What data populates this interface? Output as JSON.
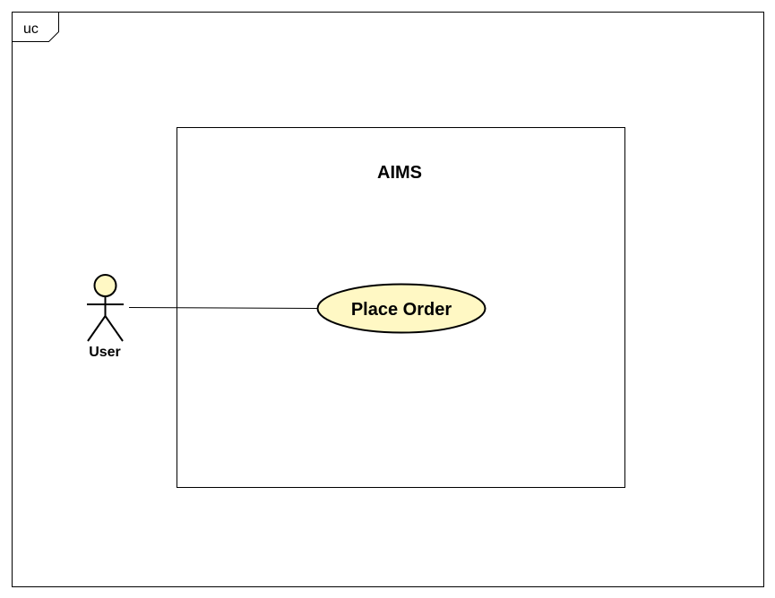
{
  "frame": {
    "label": "uc"
  },
  "system": {
    "title": "AIMS"
  },
  "actor": {
    "label": "User",
    "fill": "#fff8c4"
  },
  "use_case": {
    "label": "Place Order",
    "fill": "#fff8c4"
  },
  "colors": {
    "stroke": "#000000",
    "background": "#ffffff"
  }
}
